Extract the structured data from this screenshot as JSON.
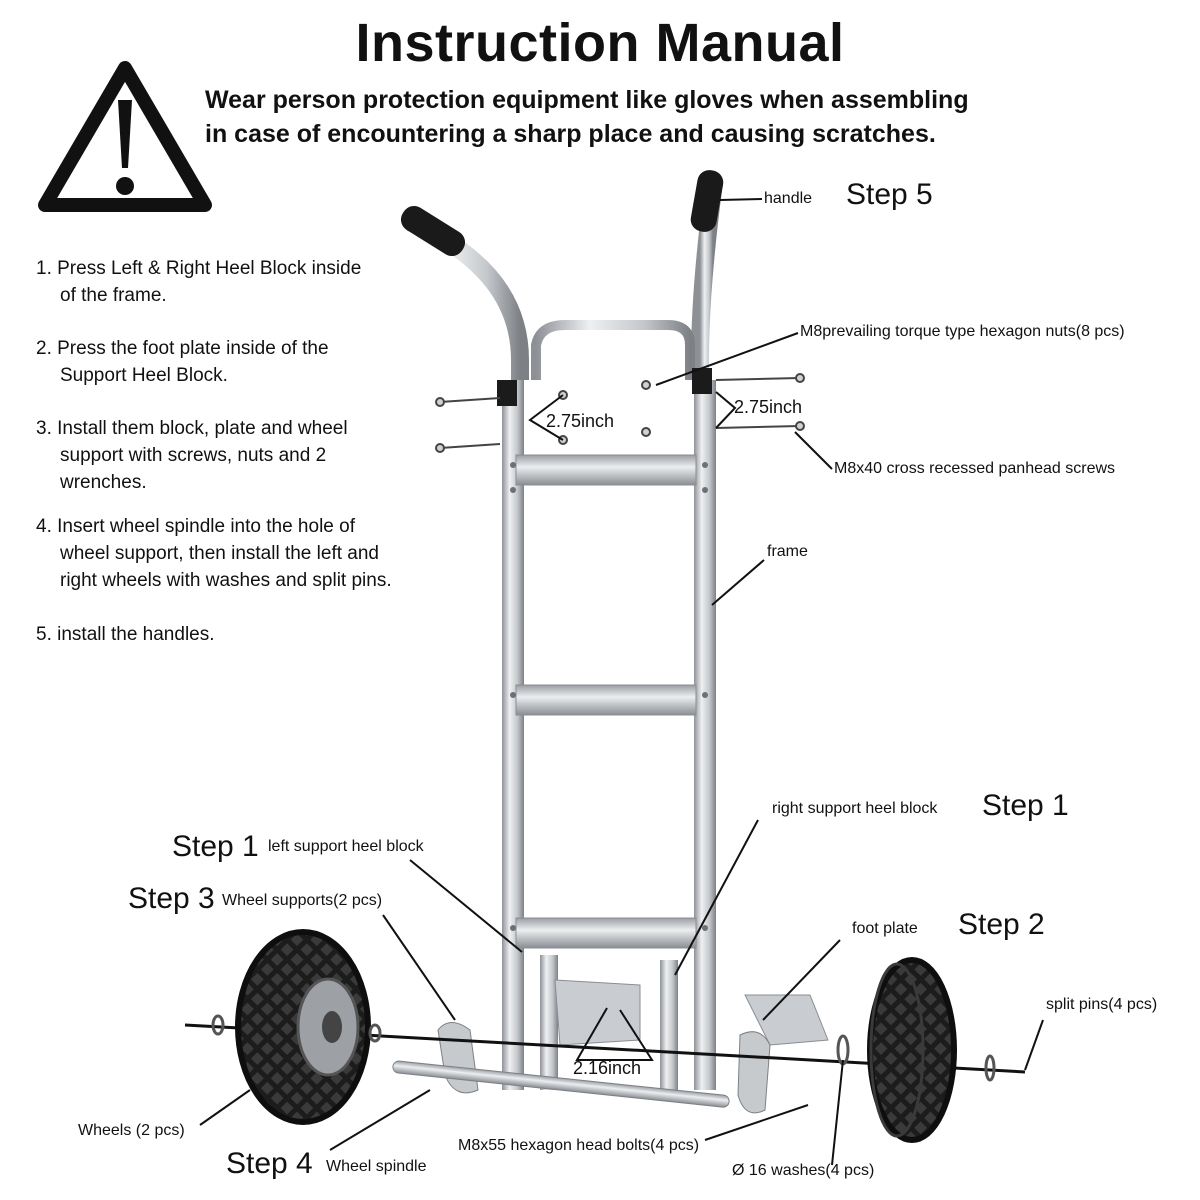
{
  "title": "Instruction Manual",
  "warning": {
    "line1": "Wear person protection equipment like gloves when assembling",
    "line2": "in case of encountering a sharp place and causing scratches.",
    "icon": "warning-triangle-icon"
  },
  "instructions": [
    {
      "lines": [
        "1. Press Left & Right Heel Block inside",
        "of the frame."
      ]
    },
    {
      "lines": [
        "2. Press the foot plate inside of the",
        "Support Heel Block."
      ]
    },
    {
      "lines": [
        "3. Install them block, plate and wheel",
        "support with screws, nuts and 2",
        "wrenches."
      ]
    },
    {
      "lines": [
        "4. Insert wheel spindle into the hole of",
        "wheel support, then install the left and",
        "right wheels with washes and split pins."
      ]
    },
    {
      "lines": [
        "5. install the handles."
      ]
    }
  ],
  "steps": {
    "handles": "Step 5",
    "right_heel_block": "Step 1",
    "left_heel_block": "Step 1",
    "wheel_supports": "Step 3",
    "foot_plate": "Step 2",
    "spindle": "Step 4"
  },
  "parts": {
    "handle": "handle",
    "nuts": "M8prevailing torque type hexagon nuts(8 pcs)",
    "screws": "M8x40 cross recessed panhead screws",
    "frame": "frame",
    "right_heel_block": "right support heel block",
    "left_heel_block": "left support heel block",
    "wheel_supports": "Wheel supports(2 pcs)",
    "foot_plate": "foot plate",
    "split_pins": "split pins(4 pcs)",
    "wheels": "Wheels (2 pcs)",
    "spindle": "Wheel spindle",
    "bolts": "M8x55 hexagon head bolts(4 pcs)",
    "washes": "Ø  16 washes(4 pcs)"
  },
  "dimensions": {
    "left_spacing": "2.75inch",
    "right_spacing": "2.75inch",
    "support_spacing": "2.16inch"
  }
}
